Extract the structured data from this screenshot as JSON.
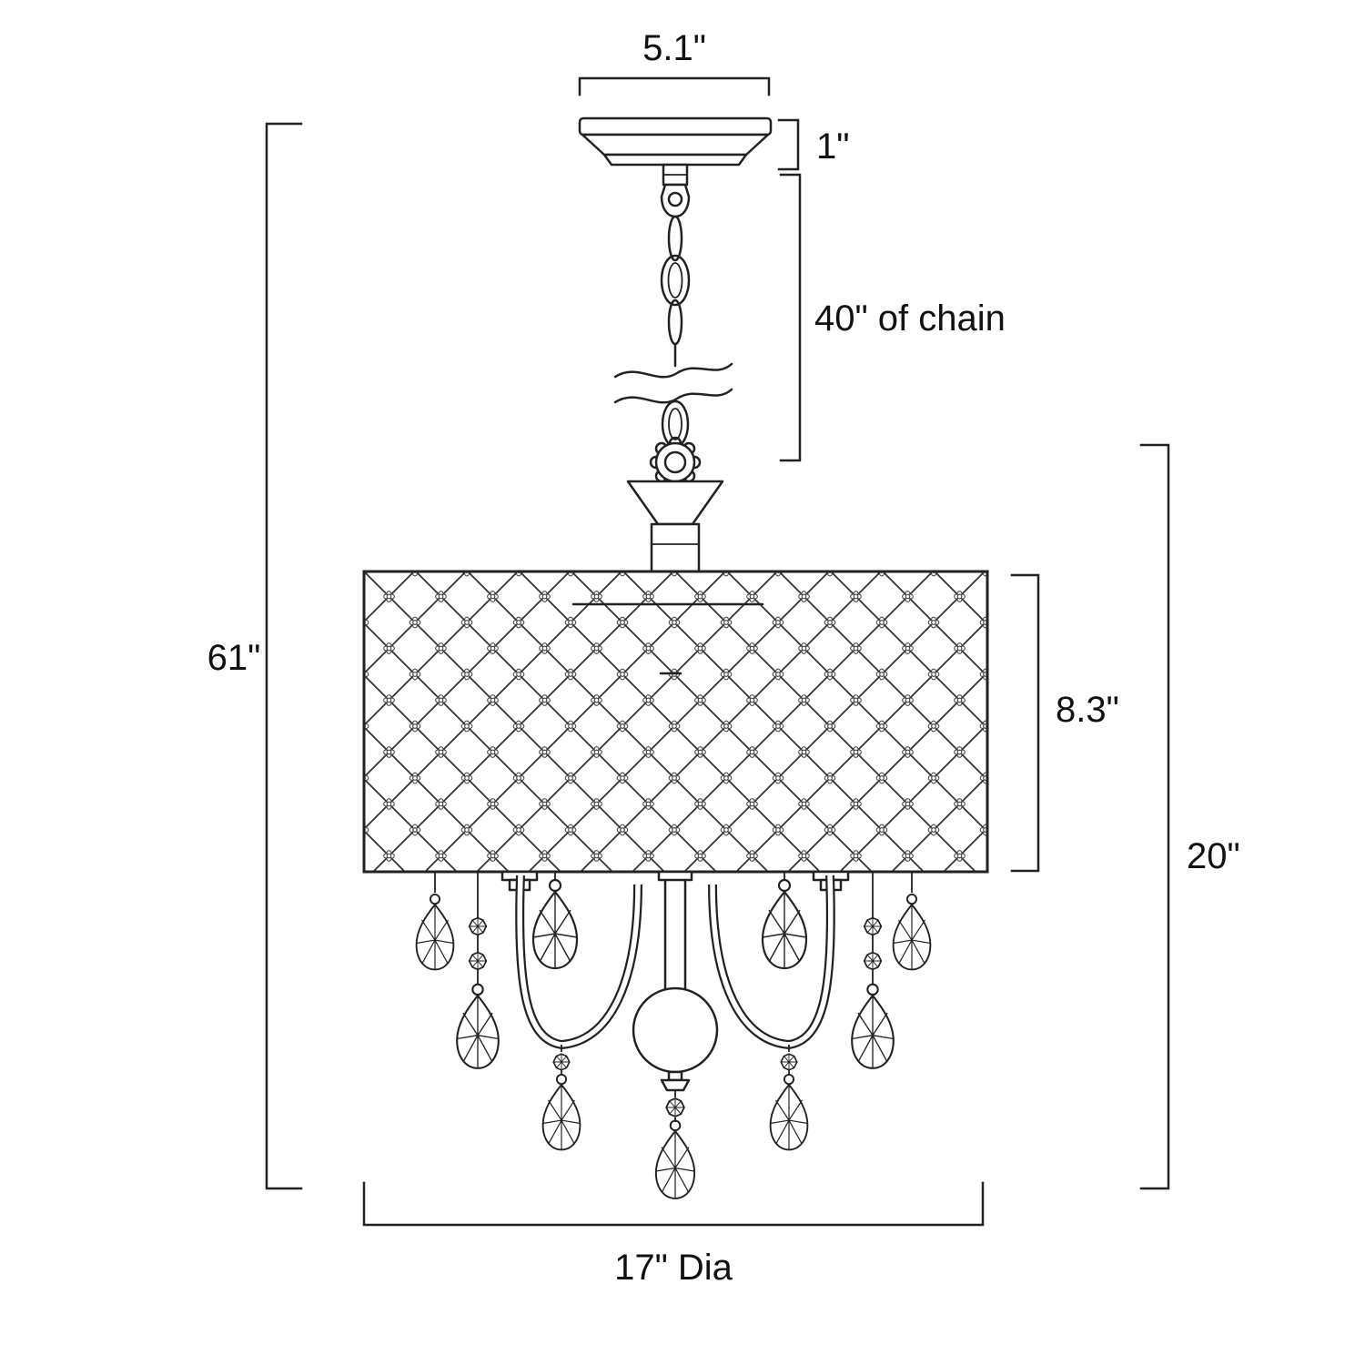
{
  "page": {
    "background": "#ffffff"
  },
  "diagram": {
    "name": "chandelier-dimension-drawing",
    "line_color": "#222222",
    "text_color": "#111111",
    "labels": {
      "canopy_width": "5.1\"",
      "canopy_height": "1\"",
      "chain_length": "40\" of chain",
      "overall_height": "61\"",
      "shade_height": "8.3\"",
      "fixture_height": "20\"",
      "shade_diameter": "17\" Dia"
    }
  }
}
